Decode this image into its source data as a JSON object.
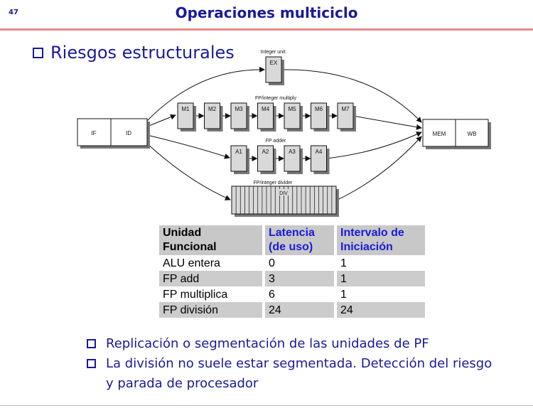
{
  "slide_number": "47",
  "title": "Operaciones multiciclo",
  "heading": "Riesgos estructurales",
  "diagram": {
    "if_label": "IF",
    "id_label": "ID",
    "integer_unit_label": "Integer unit",
    "ex_label": "EX",
    "multiply_label": "FP/integer multiply",
    "multiply_stages": [
      "M1",
      "M2",
      "M3",
      "M4",
      "M5",
      "M6",
      "M7"
    ],
    "adder_label": "FP adder",
    "adder_stages": [
      "A1",
      "A2",
      "A3",
      "A4"
    ],
    "divider_label": "FP/integer divider",
    "div_label": "DIV",
    "mem_label": "MEM",
    "wb_label": "WB"
  },
  "table": {
    "headers": [
      "Unidad Funcional",
      "Latencia (de uso)",
      "Intervalo de Iniciación"
    ],
    "header_lines": [
      [
        "Unidad",
        "Funcional"
      ],
      [
        "Latencia",
        "(de uso)"
      ],
      [
        "Intervalo de",
        "Iniciación"
      ]
    ],
    "rows": [
      [
        "ALU entera",
        "0",
        "1"
      ],
      [
        "FP add",
        "3",
        "1"
      ],
      [
        "FP multiplica",
        "6",
        "1"
      ],
      [
        "FP división",
        "24",
        "24"
      ]
    ]
  },
  "bullets": [
    "Replicación o segmentación de las unidades de PF",
    "La división no suele estar segmentada. Detección del riesgo y parada de procesador"
  ],
  "colors": {
    "title": "#1a1a99",
    "rule": "#e8888a",
    "header_blue": "#1a1add",
    "table_shade": "#cccccc"
  }
}
